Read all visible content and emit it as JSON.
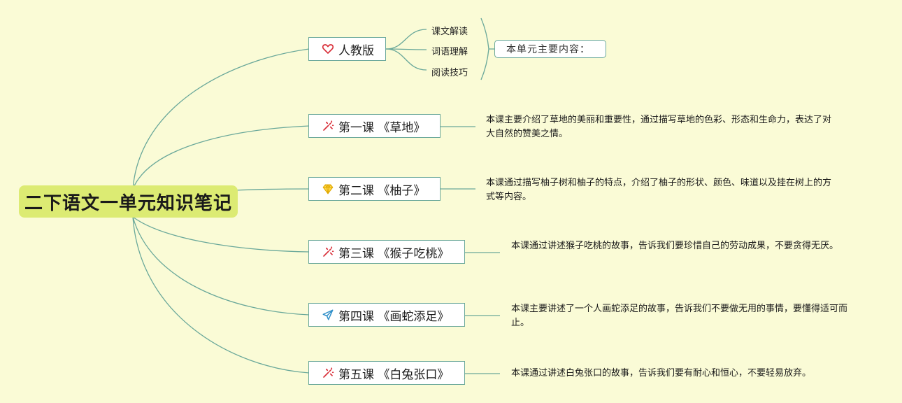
{
  "root": {
    "label": "二下语文一单元知识笔记"
  },
  "edition": {
    "label": "人教版",
    "icon": "heart-icon",
    "items": [
      "课文解读",
      "词语理解",
      "阅读技巧"
    ],
    "summary": "本单元主要内容："
  },
  "lessons": [
    {
      "label": "第一课 《草地》",
      "icon": "sparkle-icon",
      "note": "本课主要介绍了草地的美丽和重要性，通过描写草地的色彩、形态和生命力，表达了对大自然的赞美之情。"
    },
    {
      "label": "第二课 《柚子》",
      "icon": "diamond-icon",
      "note": "本课通过描写柚子树和柚子的特点，介绍了柚子的形状、颜色、味道以及挂在树上的方式等内容。"
    },
    {
      "label": "第三课 《猴子吃桃》",
      "icon": "sparkle-icon",
      "note": "本课通过讲述猴子吃桃的故事，告诉我们要珍惜自己的劳动成果，不要贪得无厌。"
    },
    {
      "label": "第四课 《画蛇添足》",
      "icon": "paper-plane-icon",
      "note": "本课主要讲述了一个人画蛇添足的故事，告诉我们不要做无用的事情，要懂得适可而止。"
    },
    {
      "label": "第五课 《白兔张口》",
      "icon": "sparkle-icon",
      "note": "本课通过讲述白兔张口的故事，告诉我们要有耐心和恒心，不要轻易放弃。"
    }
  ],
  "colors": {
    "line": "#6aa89a",
    "root": "#dceb73",
    "background": "#fafbd6"
  }
}
